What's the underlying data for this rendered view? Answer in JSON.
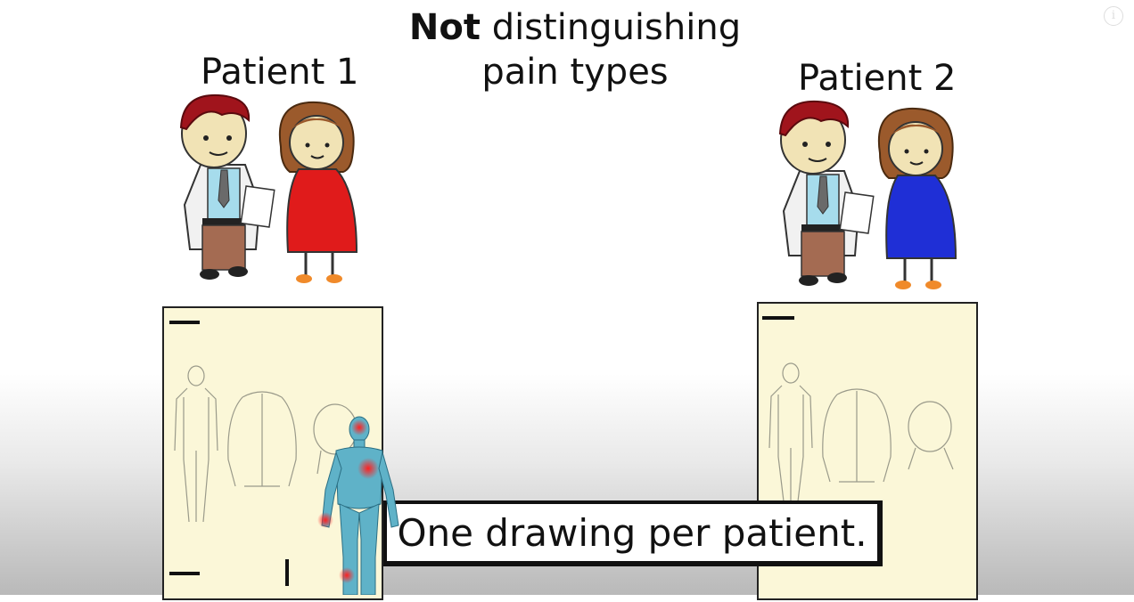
{
  "title": {
    "bold": "Not",
    "rest": "distinguishing",
    "line2": "pain types"
  },
  "patients": [
    {
      "label": "Patient 1",
      "dress_color": "#e01b1b"
    },
    {
      "label": "Patient 2",
      "dress_color": "#1f2fd6"
    }
  ],
  "caption": "One drawing per patient.",
  "info_icon": "i",
  "colors": {
    "sheet": "#fbf7d8",
    "doctor_hair": "#a0141c",
    "girl_hair": "#9b5a2c",
    "body_model": "#5fb2c8",
    "pain_marks": "#e02020"
  }
}
